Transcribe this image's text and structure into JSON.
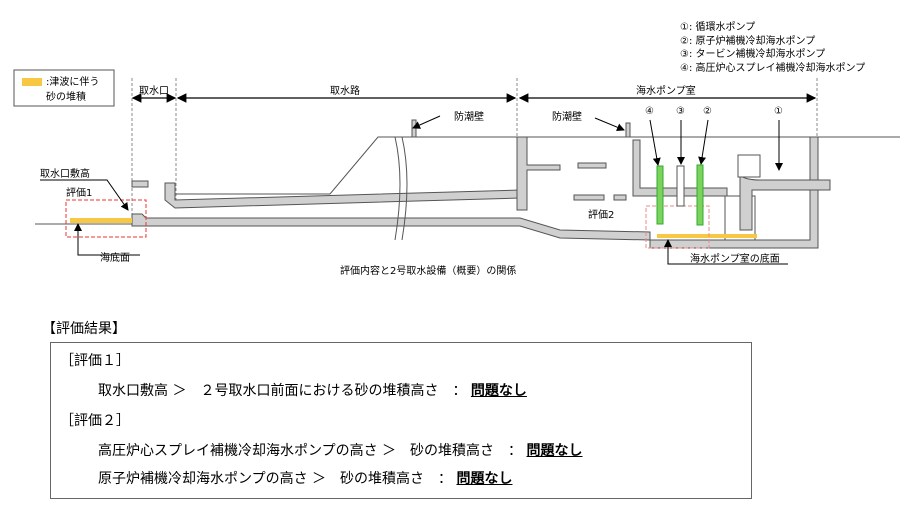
{
  "legend": {
    "sand_label_1": ":津波に伴う",
    "sand_label_2": "砂の堆積",
    "sand_color": "#f7c843"
  },
  "pump_legend": [
    "①: 循環水ポンプ",
    "②: 原子炉補機冷却海水ポンプ",
    "③: タービン補機冷却海水ポンプ",
    "④: 高圧炉心スプレイ補機冷却海水ポンプ"
  ],
  "sections": {
    "intake": "取水口",
    "channel": "取水路",
    "pump_room": "海水ポンプ室"
  },
  "labels": {
    "seawall1": "防潮壁",
    "seawall2": "防潮壁",
    "intake_sill": "取水口敷高",
    "eval1": "評価1",
    "eval2": "評価2",
    "seabed": "海底面",
    "pump_floor": "海水ポンプ室の底面",
    "caption": "評価内容と2号取水設備（概要）の関係",
    "p1": "①",
    "p2": "②",
    "p3": "③",
    "p4": "④"
  },
  "results": {
    "heading": "【評価結果】",
    "eval1_title": "［評価１］",
    "eval1_line": "取水口敷高 ＞　２号取水口前面における砂の堆積高さ　：",
    "eval2_title": "［評価２］",
    "eval2_line1": "高圧炉心スプレイ補機冷却海水ポンプの高さ ＞　砂の堆積高さ　：",
    "eval2_line2": "原子炉補機冷却海水ポンプの高さ ＞　砂の堆積高さ　：",
    "ok": "問題なし"
  }
}
